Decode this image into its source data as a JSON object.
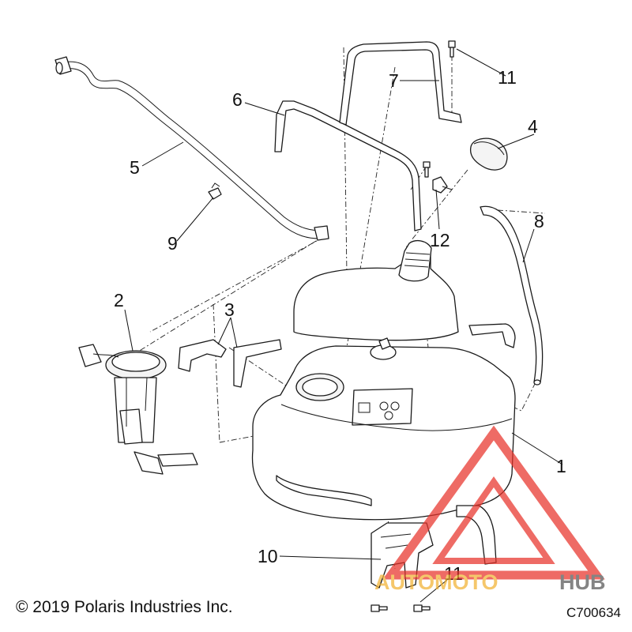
{
  "callouts": [
    {
      "id": "1",
      "label": "1"
    },
    {
      "id": "2",
      "label": "2"
    },
    {
      "id": "3",
      "label": "3"
    },
    {
      "id": "4",
      "label": "4"
    },
    {
      "id": "5",
      "label": "5"
    },
    {
      "id": "6",
      "label": "6"
    },
    {
      "id": "7",
      "label": "7"
    },
    {
      "id": "8",
      "label": "8"
    },
    {
      "id": "9",
      "label": "9"
    },
    {
      "id": "10",
      "label": "10"
    },
    {
      "id": "11a",
      "label": "11"
    },
    {
      "id": "11b",
      "label": "11"
    },
    {
      "id": "12",
      "label": "12"
    }
  ],
  "footer": {
    "copyright": "© 2019 Polaris Industries Inc.",
    "drawing_code": "C700634"
  },
  "watermark": {
    "part1": "AUTOMOTO",
    "part2": "HUB",
    "color_primary": "#e8332a",
    "color_secondary": "#f2b233",
    "color_dark": "#555555"
  }
}
